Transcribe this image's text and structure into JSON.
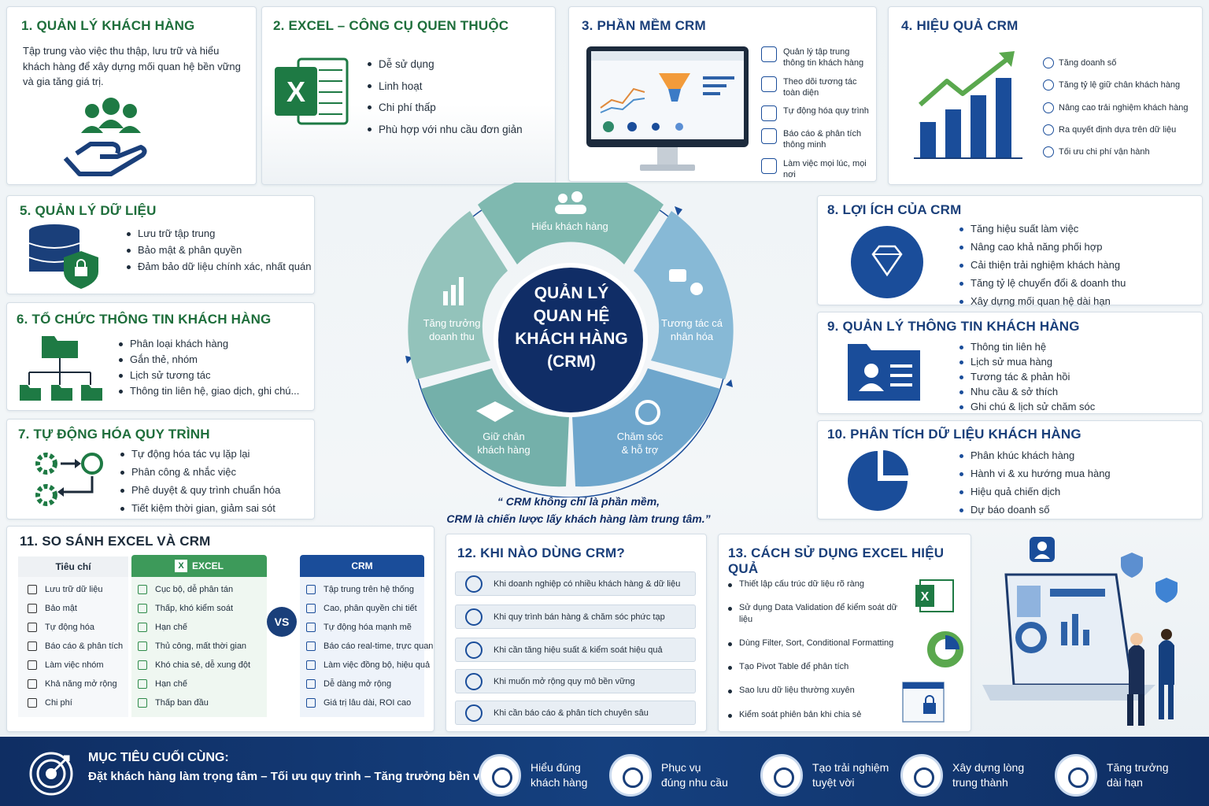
{
  "s1": {
    "title": "1. QUẢN LÝ KHÁCH HÀNG",
    "text": "Tập trung vào việc thu thập, lưu trữ và hiểu khách hàng để xây dựng mối quan hệ bền vững và gia tăng giá trị."
  },
  "s2": {
    "title": "2. EXCEL – CÔNG CỤ QUEN THUỘC",
    "items": [
      "Dễ sử dụng",
      "Linh hoạt",
      "Chi phí thấp",
      "Phù hợp với nhu cầu đơn giản"
    ]
  },
  "s3": {
    "title": "3. PHẦN MỀM CRM",
    "items": [
      "Quản lý tập trung thông tin khách hàng",
      "Theo dõi tương tác toàn diện",
      "Tự động hóa quy trình",
      "Báo cáo & phân tích thông minh",
      "Làm việc mọi lúc, mọi nơi"
    ]
  },
  "s4": {
    "title": "4. HIỆU QUẢ CRM",
    "items": [
      "Tăng doanh số",
      "Tăng tỷ lệ giữ chân khách hàng",
      "Nâng cao trải nghiệm khách hàng",
      "Ra quyết định dựa trên dữ liệu",
      "Tối ưu chi phí vận hành"
    ]
  },
  "s5": {
    "title": "5. QUẢN LÝ DỮ LIỆU",
    "items": [
      "Lưu trữ tập trung",
      "Bảo mật & phân quyền",
      "Đảm bảo dữ liệu chính xác, nhất quán"
    ]
  },
  "s6": {
    "title": "6. TỔ CHỨC THÔNG TIN KHÁCH HÀNG",
    "items": [
      "Phân loại khách hàng",
      "Gắn thẻ, nhóm",
      "Lịch sử tương tác",
      "Thông tin liên hệ, giao dịch, ghi chú..."
    ]
  },
  "s7": {
    "title": "7. TỰ ĐỘNG HÓA QUY TRÌNH",
    "items": [
      "Tự động hóa tác vụ lặp lại",
      "Phân công & nhắc việc",
      "Phê duyệt & quy trình chuẩn hóa",
      "Tiết kiệm thời gian, giảm sai sót"
    ]
  },
  "s8": {
    "title": "8. LỢI ÍCH CỦA CRM",
    "items": [
      "Tăng hiệu suất làm việc",
      "Nâng cao khả năng phối hợp",
      "Cải thiện trải nghiệm khách hàng",
      "Tăng tỷ lệ chuyển đổi & doanh thu",
      "Xây dựng mối quan hệ dài hạn"
    ]
  },
  "s9": {
    "title": "9. QUẢN LÝ THÔNG TIN KHÁCH HÀNG",
    "items": [
      "Thông tin liên hệ",
      "Lịch sử mua hàng",
      "Tương tác & phản hồi",
      "Nhu cầu & sở thích",
      "Ghi chú & lịch sử chăm sóc"
    ]
  },
  "s10": {
    "title": "10. PHÂN TÍCH DỮ LIỆU KHÁCH HÀNG",
    "items": [
      "Phân khúc khách hàng",
      "Hành vi & xu hướng mua hàng",
      "Hiệu quả chiến dịch",
      "Dự báo doanh số"
    ]
  },
  "center": {
    "l1": "QUẢN LÝ",
    "l2": "QUAN HỆ",
    "l3": "KHÁCH HÀNG",
    "l4": "(CRM)",
    "segments": [
      "Hiểu khách hàng",
      "Tương tác cá nhân hóa",
      "Chăm sóc & hỗ trợ",
      "Giữ chân khách hàng",
      "Tăng trưởng doanh thu"
    ],
    "quote1": "“ CRM không chỉ là phần mềm,",
    "quote2": "CRM là chiến lược lấy khách hàng làm trung tâm.”"
  },
  "s11": {
    "title": "11. SO SÁNH EXCEL VÀ CRM",
    "h_criteria": "Tiêu chí",
    "h_excel": "EXCEL",
    "h_crm": "CRM",
    "vs": "VS",
    "criteria": [
      "Lưu trữ dữ liệu",
      "Bảo mật",
      "Tự động hóa",
      "Báo cáo & phân tích",
      "Làm việc nhóm",
      "Khả năng mở rộng",
      "Chi phí"
    ],
    "excel": [
      "Cục bộ, dễ phân tán",
      "Thấp, khó kiểm soát",
      "Hạn chế",
      "Thủ công, mất thời gian",
      "Khó chia sẻ, dễ xung đột",
      "Hạn chế",
      "Thấp ban đầu"
    ],
    "crm": [
      "Tập trung trên hệ thống",
      "Cao, phân quyền chi tiết",
      "Tự động hóa mạnh mẽ",
      "Báo cáo real-time, trực quan",
      "Làm việc đồng bộ, hiệu quả",
      "Dễ dàng mở rộng",
      "Giá trị lâu dài, ROI cao"
    ]
  },
  "s12": {
    "title": "12. KHI NÀO DÙNG CRM?",
    "items": [
      "Khi doanh nghiệp có nhiều khách hàng & dữ liệu",
      "Khi quy trình bán hàng & chăm sóc phức tạp",
      "Khi cần tăng hiệu suất & kiểm soát hiệu quả",
      "Khi muốn mở rộng quy mô bền vững",
      "Khi cần báo cáo & phân tích chuyên sâu"
    ]
  },
  "s13": {
    "title": "13. CÁCH SỬ DỤNG EXCEL HIỆU QUẢ",
    "items": [
      "Thiết lập cấu trúc dữ liệu rõ ràng",
      "Sử dụng Data Validation để kiểm soát dữ liệu",
      "Dùng Filter, Sort, Conditional Formatting",
      "Tạo Pivot Table để phân tích",
      "Sao lưu dữ liệu thường xuyên",
      "Kiểm soát phiên bản khi chia sẻ"
    ]
  },
  "footer": {
    "title": "MỤC TIÊU CUỐI CÙNG:",
    "subtitle": "Đặt khách hàng làm trọng tâm – Tối ưu quy trình – Tăng trưởng bền vững",
    "items": [
      {
        "l1": "Hiểu đúng",
        "l2": "khách hàng"
      },
      {
        "l1": "Phục vụ",
        "l2": "đúng nhu cầu"
      },
      {
        "l1": "Tạo trải nghiệm",
        "l2": "tuyệt vời"
      },
      {
        "l1": "Xây dựng lòng",
        "l2": "trung thành"
      },
      {
        "l1": "Tăng trưởng",
        "l2": "dài hạn"
      }
    ]
  },
  "colors": {
    "green": "#1e6e3b",
    "navy": "#1a3f7a",
    "teal": "#6fb0a8",
    "lightblue": "#8dbad6"
  }
}
